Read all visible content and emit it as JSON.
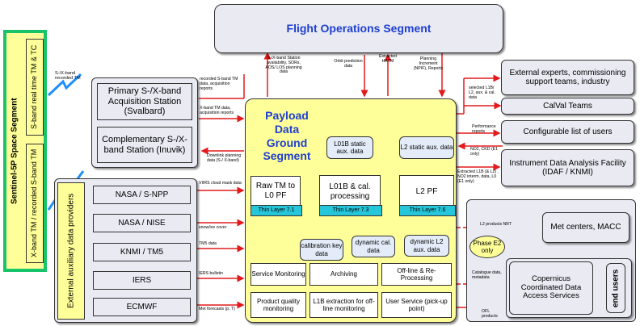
{
  "space_segment": {
    "title": "Sentinel-5P Space Segment",
    "tmtc": "S-band real time TM & TC",
    "recorded": "X-band TM / recorded S-band TM"
  },
  "flight_ops": {
    "title": "Flight Operations Segment"
  },
  "stations": {
    "primary": "Primary S-/X-band Acquisition Station (Svalbard)",
    "complementary": "Complementary S-/X-band Station (Inuvik)"
  },
  "pdgs": {
    "title": "Payload Data Ground Segment",
    "raw": "Raw TM to L0 PF",
    "raw_layer": "Thin Layer 7.1",
    "l01b": "L01B & cal. processing",
    "l01b_layer": "Thin Layer 7.3",
    "l2": "L2 PF",
    "l2_layer": "Thin Layer 7.6",
    "l01b_static": "L01B static aux. data",
    "l2_static": "L2 static aux. data",
    "cal_key": "calibration key data",
    "dyn_cal": "dynamic cal. data",
    "dyn_l2": "dynamic L2 aux. data",
    "service_monitoring": "Service Monitoring",
    "archiving": "Archiving",
    "offline": "Off-line & Re-Processing",
    "pq_monitoring": "Product quality monitoring",
    "l1b_extraction": "L1B extraction for off-line monitoring",
    "user_service": "User Service (pick-up point)"
  },
  "providers": {
    "title": "External auxiliary data providers",
    "items": [
      "NASA / S-NPP",
      "NASA / NISE",
      "KNMI / TM5",
      "IERS",
      "ECMWF"
    ]
  },
  "right": {
    "experts": "External experts, commissioning support teams, industry",
    "calval": "CalVal Teams",
    "users_list": "Configurable list of users",
    "idaf": "Instrument Data Analysis Facility (IDAF / KNMI)",
    "met": "Met centers, MACC",
    "phase": "Phase E2 only",
    "copernicus": "Copernicus Coordinated Data Access Services",
    "end_users": "end users"
  },
  "labels": {
    "s_x_recorded": "S-/X-band recorded TM",
    "recorded_s_band": "recorded S-band TM data, acquisition reports",
    "s_x_station": "S-/X-band Station availability, SORs, AOS/ LOS planning data",
    "orbit_prediction": "Orbit prediction data",
    "extracted_hktm": "Extracted HKTM",
    "planning_increment": "Planning Increment (NPIF), Reports",
    "x_band_tm": "X-band TM data, acquisition reports",
    "downlink_planning": "Downlink planning data (S-/ X-band)",
    "viirs": "VIIRS cloud mask data",
    "snow_ice": "snow/ice cover",
    "tm5_data": "TM5 data",
    "iers_bulletin": "IERS bulletin",
    "met_forecasts": "Met forecasts (p, T)",
    "selected_l1b": "selected L1B/ L2, aux. & cal. data",
    "performance_reports": "Performance reports",
    "no2_ckd": "NO2, CKD (E1 only)",
    "extracted_l1b": "Extracted L1B (& L2) , NO2 interm. data, L0 (E1 only)",
    "l2_nrt": "L2 products NRT",
    "catalogue": "Catalogue data, metadata",
    "ofl_products": "OFL products"
  },
  "colors": {
    "pdgs_fill": "#ffff99",
    "box_grey": "#e9eaf2",
    "thin_layer": "#26c6da",
    "inner_blue": "#e3ecf8",
    "arrow_red": "#e31a1c",
    "arrow_blue": "#1e90ff",
    "flight_title": "#1f3fd0",
    "pdgs_title": "#1f3fd0",
    "space_green": "#18c46a",
    "space_fill": "#ffff99"
  }
}
